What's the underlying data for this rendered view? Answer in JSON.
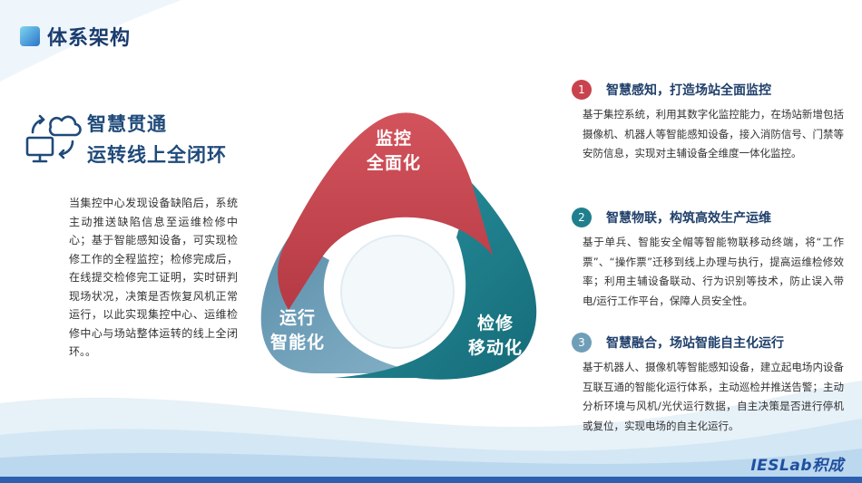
{
  "title": "体系架构",
  "left": {
    "heading_line1": "智慧贯通",
    "heading_line2": "运转线上全闭环",
    "body": "当集控中心发现设备缺陷后，系统主动推送缺陷信息至运维检修中心；基于智能感知设备，可实现检修工作的全程监控；检修完成后，在线提交检修完工证明，实时研判现场状况，决策是否恢复风机正常运行，以此实现集控中心、运维检修中心与场站整体运转的线上全闭环。。"
  },
  "cycle": {
    "top_line1": "监控",
    "top_line2": "全面化",
    "right_line1": "检修",
    "right_line2": "移动化",
    "left_line1": "运行",
    "left_line2": "智能化",
    "colors": {
      "top": "#c8434d",
      "right": "#1f7f8d",
      "left": "#6f9fb8"
    }
  },
  "items": [
    {
      "num": "1",
      "title": "智慧感知，打造场站全面监控",
      "body": "基于集控系统，利用其数字化监控能力，在场站新增包括摄像机、机器人等智能感知设备，接入消防信号、门禁等安防信息，实现对主辅设备全维度一体化监控。",
      "color": "#c8434d"
    },
    {
      "num": "2",
      "title": "智慧物联，构筑高效生产运维",
      "body": "基于单兵、智能安全帽等智能物联移动终端，将“工作票”、“操作票”迁移到线上办理与执行，提高运维检修效率；利用主辅设备联动、行为识别等技术，防止误入带电/运行工作平台，保障人员安全性。",
      "color": "#1f7f8d"
    },
    {
      "num": "3",
      "title": "智慧融合，场站智能自主化运行",
      "body": "基于机器人、摄像机等智能感知设备，建立起电场内设备互联互通的智能化运行体系，主动巡检并推送告警；主动分析环境与风机/光伏运行数据，自主决策是否进行停机或复位，实现电场的自主化运行。",
      "color": "#6f9fb8"
    }
  ],
  "logo": "IESLab积成"
}
